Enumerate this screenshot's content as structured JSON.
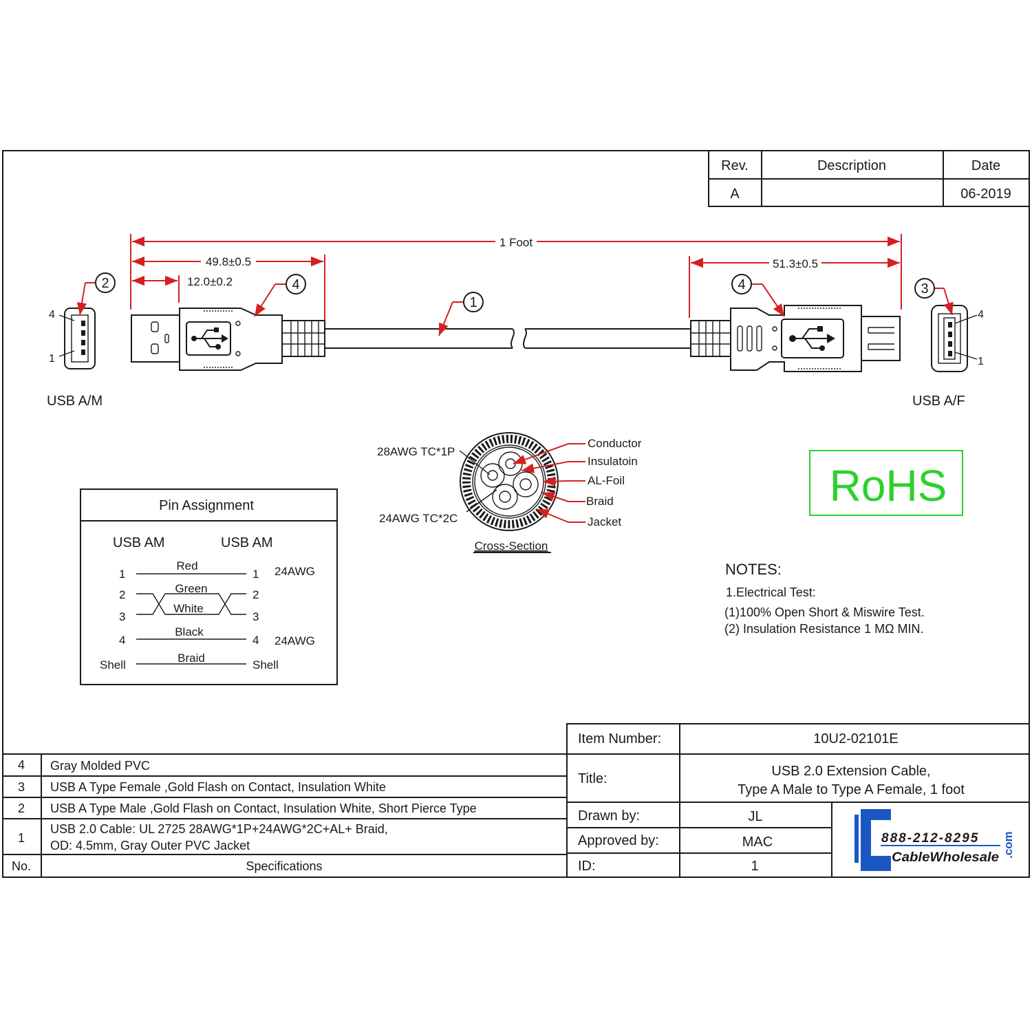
{
  "revision_table": {
    "headers": {
      "rev": "Rev.",
      "description": "Description",
      "date": "Date"
    },
    "row": {
      "rev": "A",
      "description": "",
      "date": "06-2019"
    }
  },
  "dimensions": {
    "overall": "1 Foot",
    "left_connector": "49.8±0.5",
    "left_plug": "12.0±0.2",
    "right_connector": "51.3±0.5"
  },
  "callouts": {
    "c1": "1",
    "c2": "2",
    "c3": "3",
    "c4a": "4",
    "c4b": "4"
  },
  "connectors": {
    "left_label": "USB A/M",
    "right_label": "USB A/F",
    "left_pin_top": "4",
    "left_pin_bottom": "1",
    "right_pin_top": "4",
    "right_pin_bottom": "1"
  },
  "cross_section": {
    "label_pair": "28AWG TC*1P",
    "label_core": "24AWG TC*2C",
    "caption": "Cross-Section",
    "layers": [
      "Conductor",
      "Insulatoin",
      "AL-Foil",
      "Braid",
      "Jacket"
    ]
  },
  "rohs": {
    "text": "RoHS",
    "color": "#2bd12b"
  },
  "notes": {
    "title": "NOTES:",
    "lines": [
      "1.Electrical Test:",
      "(1)100% Open Short & Miswire Test.",
      "(2) Insulation Resistance 1 MΩ  MIN."
    ]
  },
  "pin_assignment": {
    "title": "Pin Assignment",
    "left_header": "USB AM",
    "right_header": "USB AM",
    "rows": [
      {
        "left": "1",
        "wire": "Red",
        "right": "1",
        "gauge": "24AWG"
      },
      {
        "left": "2",
        "wire": "Green",
        "right": "2",
        "gauge": ""
      },
      {
        "left": "3",
        "wire": "White",
        "right": "3",
        "gauge": ""
      },
      {
        "left": "4",
        "wire": "Black",
        "right": "4",
        "gauge": "24AWG"
      },
      {
        "left": "Shell",
        "wire": "Braid",
        "right": "Shell",
        "gauge": ""
      }
    ]
  },
  "bom": {
    "rows": [
      {
        "no": "4",
        "spec": [
          "Gray Molded PVC"
        ]
      },
      {
        "no": "3",
        "spec": [
          "USB A Type Female ,Gold Flash on Contact, Insulation White"
        ]
      },
      {
        "no": "2",
        "spec": [
          "USB A Type Male ,Gold Flash on Contact, Insulation White, Short Pierce Type"
        ]
      },
      {
        "no": "1",
        "spec": [
          "USB 2.0 Cable: UL 2725 28AWG*1P+24AWG*2C+AL+ Braid,",
          "OD: 4.5mm, Gray Outer PVC Jacket"
        ]
      }
    ],
    "footer": {
      "no": "No.",
      "spec": "Specifications"
    }
  },
  "title_block": {
    "item_number_label": "Item Number:",
    "item_number": "10U2-02101E",
    "title_label": "Title:",
    "title_lines": [
      "USB 2.0 Extension Cable,",
      "Type A Male to Type A Female, 1 foot"
    ],
    "drawn_by_label": "Drawn by:",
    "drawn_by": "JL",
    "approved_by_label": "Approved by:",
    "approved_by": "MAC",
    "id_label": "ID:",
    "id": "1"
  },
  "logo": {
    "phone": "888-212-8295",
    "name": "CableWholesale",
    "tld": ".com",
    "color": "#1b57c4"
  },
  "colors": {
    "dimension": "#d42020",
    "line": "#1a1a1a"
  }
}
